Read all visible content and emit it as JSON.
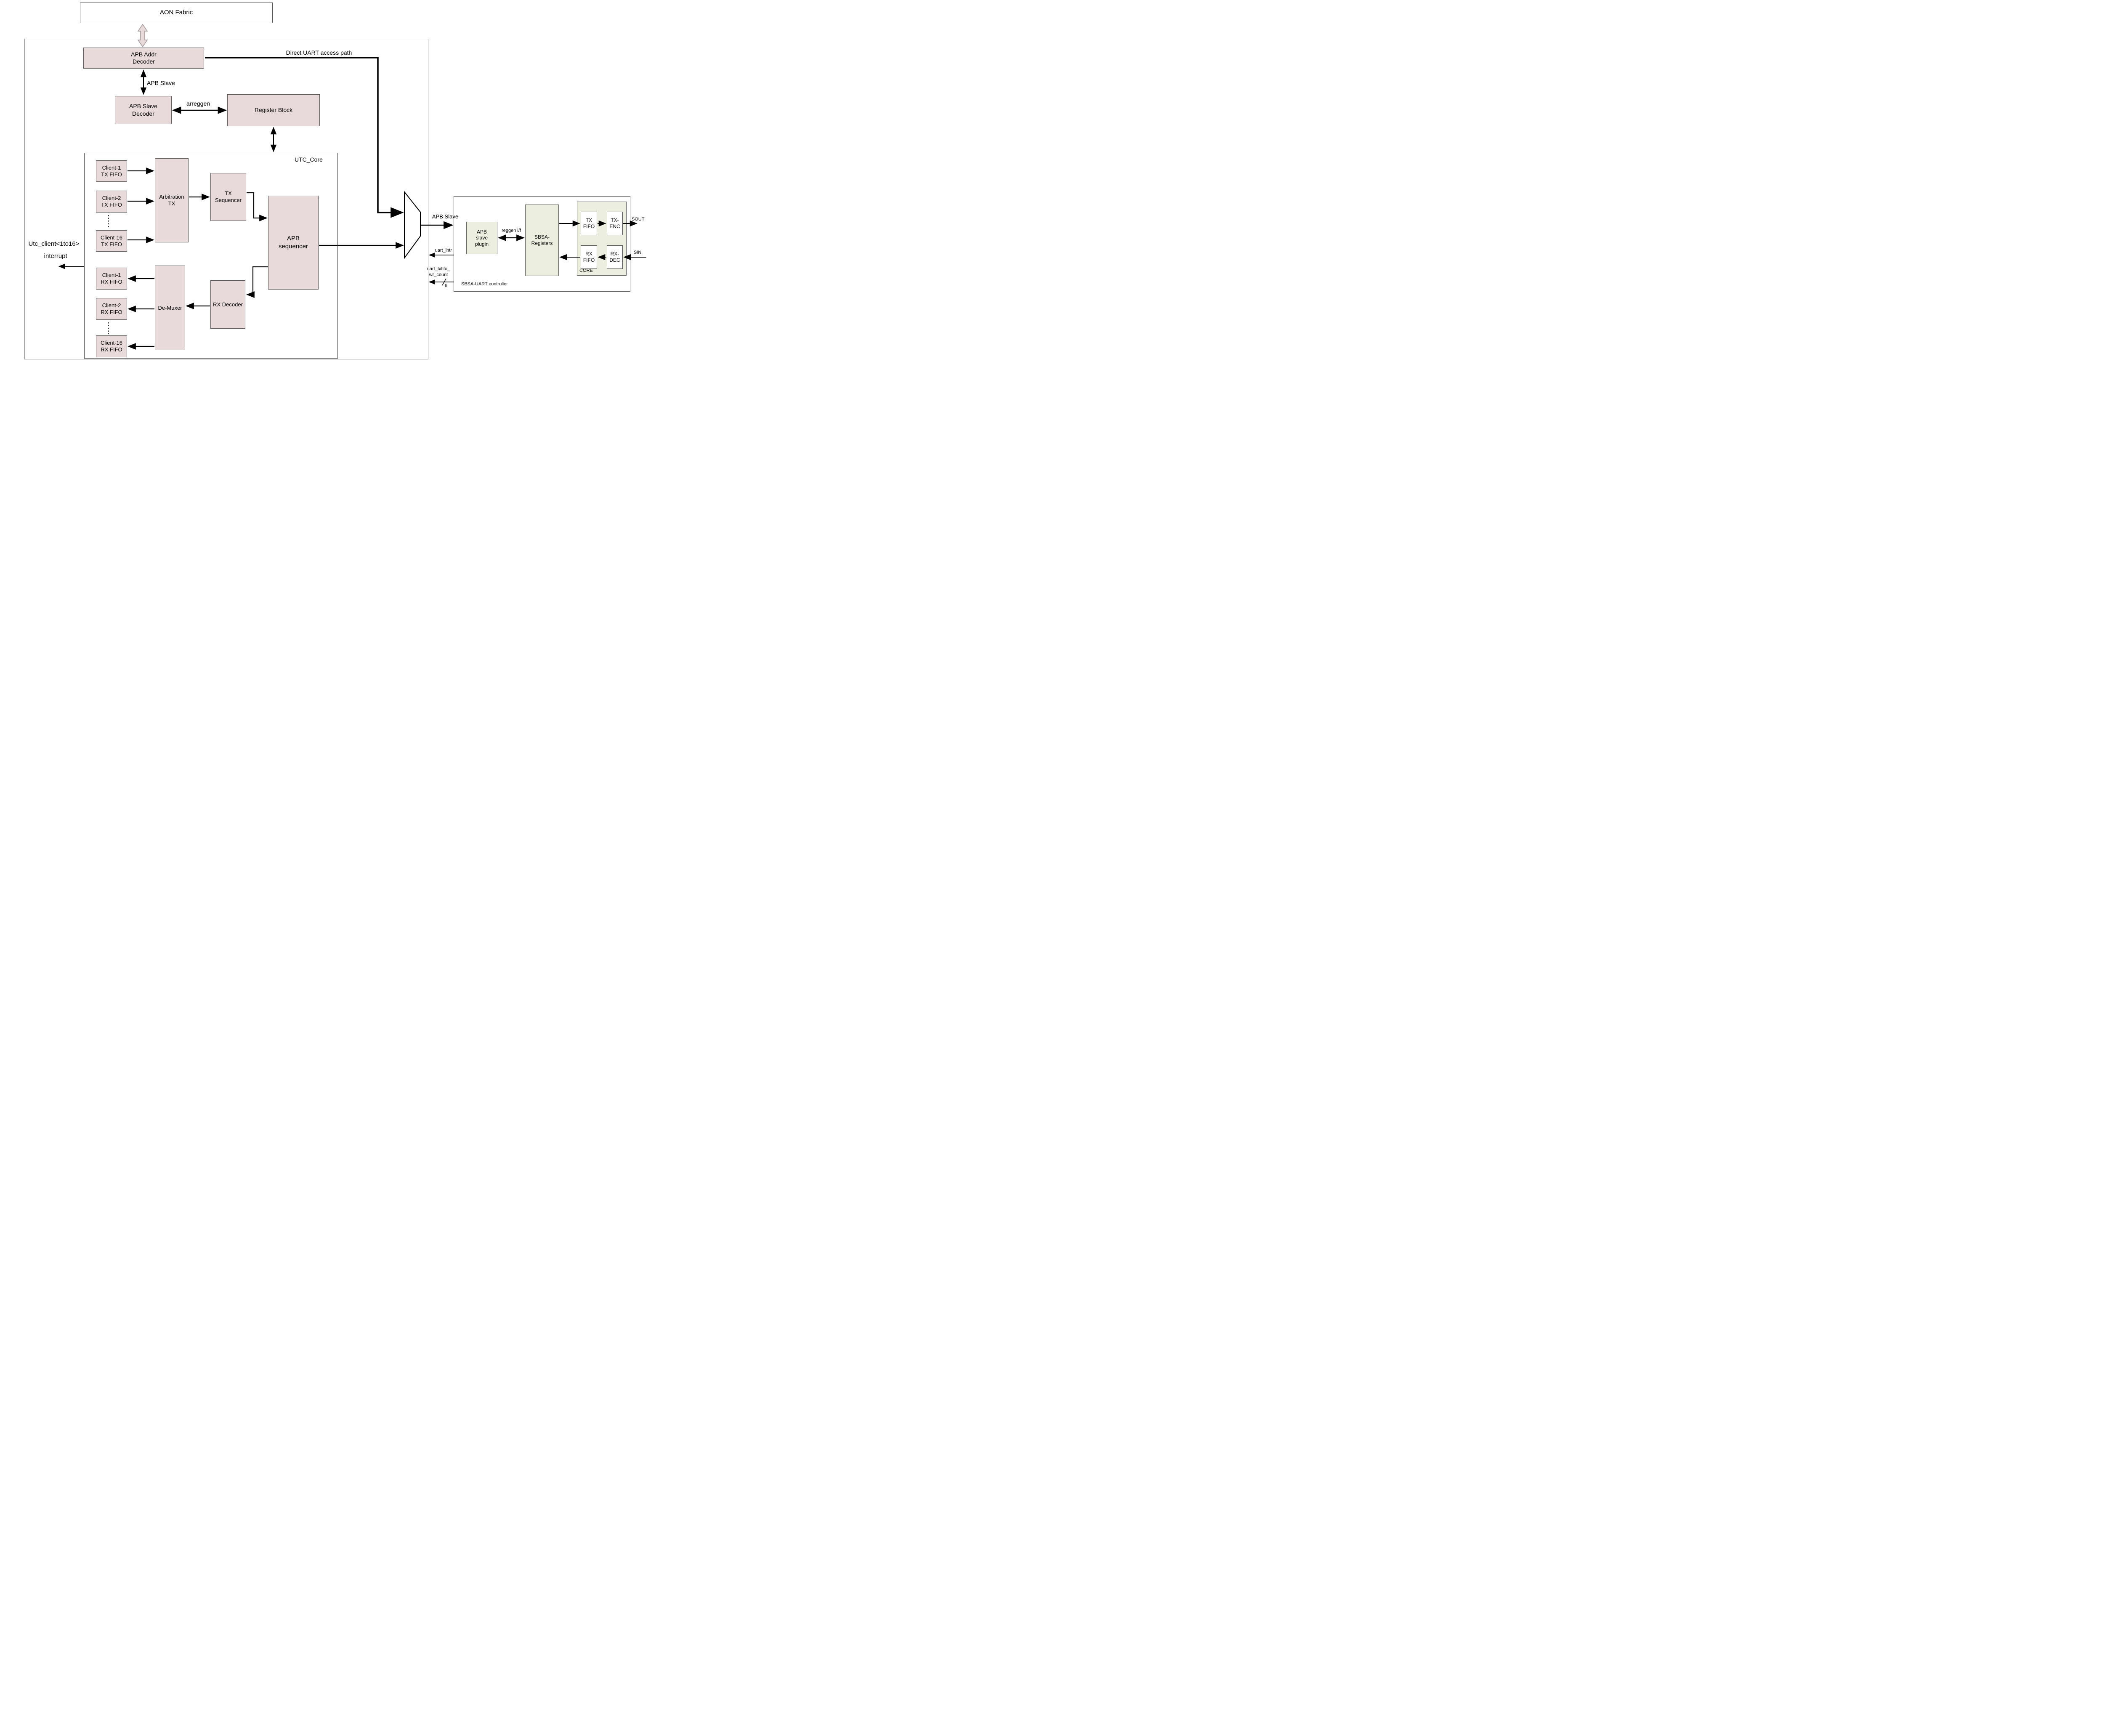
{
  "colors": {
    "box_pink": "#e8dada",
    "box_green": "#ecefdf",
    "line": "#000000",
    "border_gray": "#5a5a5a"
  },
  "aon": {
    "label": "AON Fabric"
  },
  "top": {
    "apb_addr_decoder": "APB Addr\nDecoder",
    "direct_uart_path": "Direct UART access path",
    "apb_slave": "APB Slave",
    "apb_slave_decoder": "APB Slave\nDecoder",
    "arreggen": "arreggen",
    "register_block": "Register Block"
  },
  "utc": {
    "title": "UTC_Core",
    "client1_tx": "Client-1\nTX FIFO",
    "client2_tx": "Client-2\nTX FIFO",
    "client16_tx": "Client-16\nTX FIFO",
    "arbitration_tx": "Arbitration\nTX",
    "tx_sequencer": "TX\nSequencer",
    "apb_sequencer": "APB\nsequencer",
    "client1_rx": "Client-1\nRX FIFO",
    "client2_rx": "Client-2\nRX FIFO",
    "client16_rx": "Client-16\nRX FIFO",
    "demuxer": "De-Muxer",
    "rx_decoder": "RX Decoder",
    "interrupt": "Utc_client<1to16>\n_interrupt"
  },
  "mid": {
    "apb_slave": "APB Slave",
    "uart_intr": "uart_intr",
    "uart_txfifo_wr_count": "uart_txfifo_\nwr_count",
    "bus_width": "6"
  },
  "sbsa": {
    "title": "SBSA-UART controller",
    "apb_slave_plugin": "APB\nslave\nplugin",
    "reggen_if": "reggen i/f",
    "registers": "SBSA-\nRegisters",
    "core_title": "CORE",
    "tx_fifo": "TX\nFIFO",
    "tx_enc": "TX-\nENC",
    "rx_fifo": "RX\nFIFO",
    "rx_dec": "RX-\nDEC",
    "sout": "SOUT",
    "sin": "SIN"
  }
}
